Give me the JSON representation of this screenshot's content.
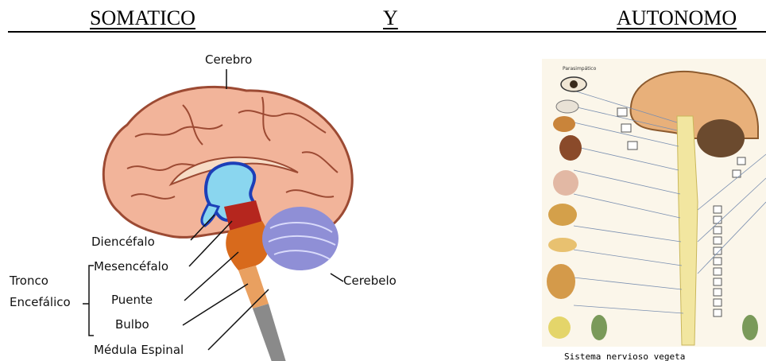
{
  "heading": {
    "left": "SOMATICO",
    "middle": "Y",
    "right": "AUTONOMO"
  },
  "brain_figure": {
    "labels": {
      "cerebro": "Cerebro",
      "diencefalo": "Diencéfalo",
      "mesencefalo": "Mesencéfalo",
      "tronco_line1": "Tronco",
      "tronco_line2": "Encefálico",
      "puente": "Puente",
      "bulbo": "Bulbo",
      "medula": "Médula Espinal",
      "cerebelo": "Cerebelo"
    },
    "colors": {
      "cortex": "#f2b49a",
      "gyri_lines": "#9c4a33",
      "diencephalon": "#8ad6ef",
      "diencephalon_outline": "#1c3fb8",
      "midbrain": "#b5261e",
      "pons": "#d86a1c",
      "medulla": "#e9a060",
      "spinal_cord": "#8a8a8a",
      "cerebellum": "#8f8fd6"
    }
  },
  "ans_figure": {
    "caption": "Sistema nervioso vegeta",
    "header_text": "Parasimpático"
  }
}
